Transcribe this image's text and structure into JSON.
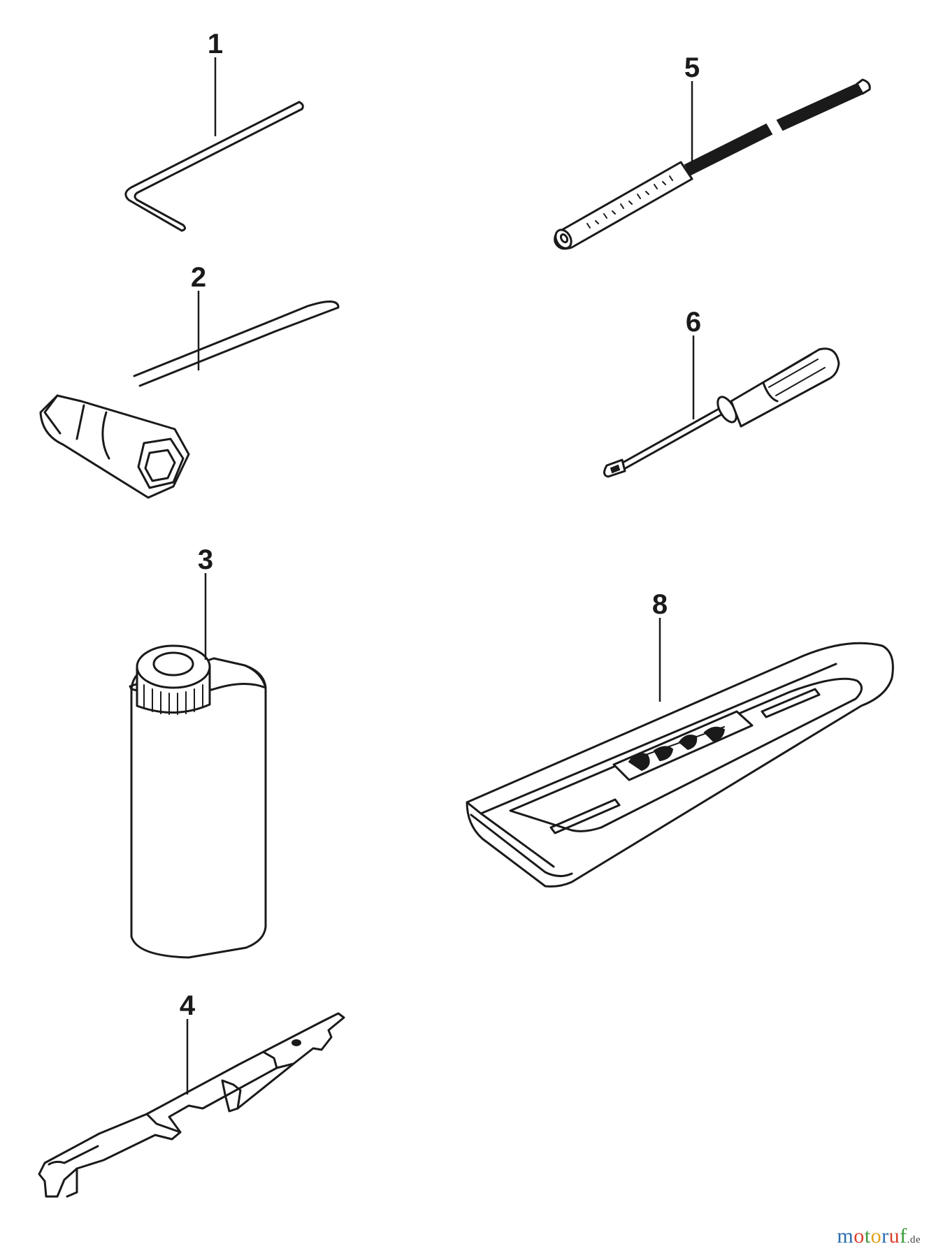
{
  "parts": [
    {
      "number": "1",
      "icon": "hex-key-icon"
    },
    {
      "number": "2",
      "icon": "combination-spark-plug-wrench-icon"
    },
    {
      "number": "3",
      "icon": "oil-bottle-icon"
    },
    {
      "number": "4",
      "icon": "depth-gauge-file-guide-icon"
    },
    {
      "number": "5",
      "icon": "round-file-icon"
    },
    {
      "number": "6",
      "icon": "screwdriver-icon"
    },
    {
      "number": "8",
      "icon": "bar-guard-scabbard-icon"
    }
  ],
  "watermark": {
    "letters": [
      "m",
      "o",
      "t",
      "o",
      "r",
      "u",
      "f"
    ],
    "letter_colors": [
      "#2a6db0",
      "#d9402b",
      "#3a9a3a",
      "#e3a21a",
      "#2a6db0",
      "#d9402b",
      "#3a9a3a"
    ],
    "tld": ".de"
  }
}
